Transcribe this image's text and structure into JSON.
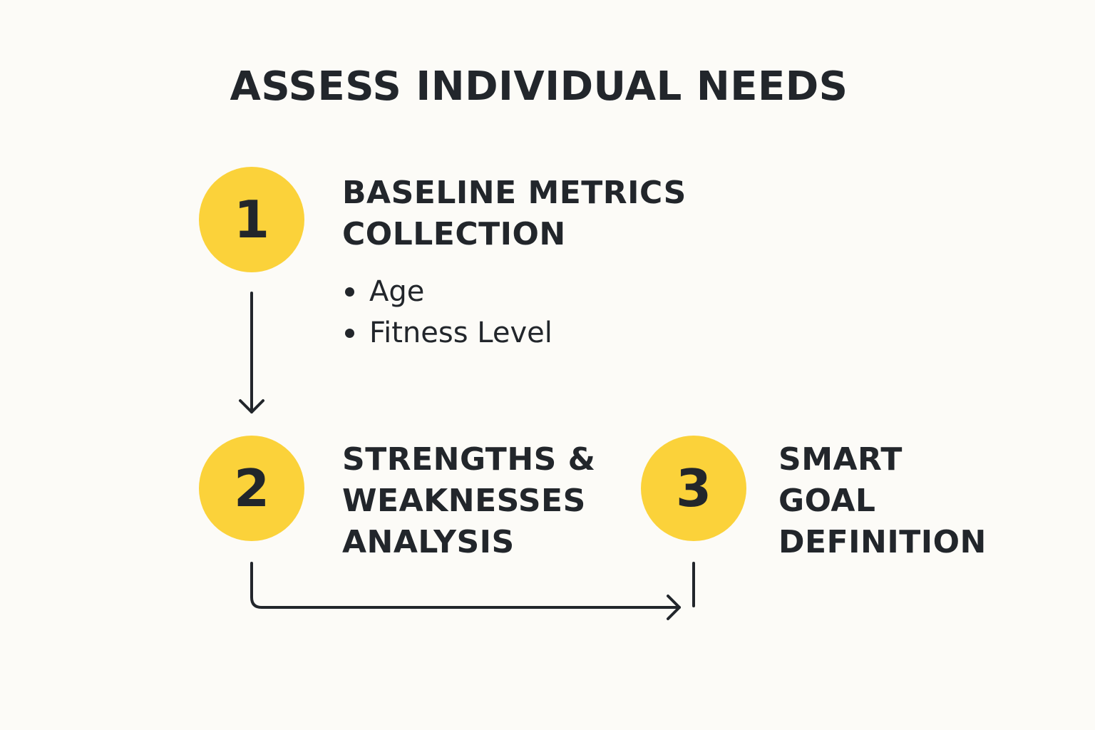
{
  "title": "ASSESS INDIVIDUAL NEEDS",
  "colors": {
    "background": "#fcfbf7",
    "circle_fill": "#fbd23a",
    "text": "#22262b"
  },
  "steps": [
    {
      "number": "1",
      "title": "BASELINE METRICS\nCOLLECTION",
      "bullets": [
        "Age",
        "Fitness Level"
      ]
    },
    {
      "number": "2",
      "title": "STRENGTHS &\nWEAKNESSES\nANALYSIS"
    },
    {
      "number": "3",
      "title": "SMART\nGOAL\nDEFINITION"
    }
  ]
}
